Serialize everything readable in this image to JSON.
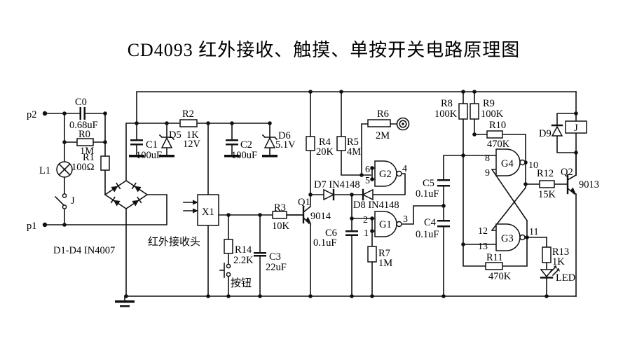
{
  "title": "CD4093 红外接收、触摸、单按开关电路原理图",
  "colors": {
    "line": "#111111",
    "background": "#ffffff"
  },
  "terminals": {
    "p2": "p2",
    "p1": "p1"
  },
  "power_input": {
    "c0": {
      "name": "C0",
      "value": "0.68uF"
    },
    "r0": {
      "name": "R0",
      "value": "1M"
    },
    "l1": {
      "name": "L1"
    },
    "r1": {
      "name": "R1",
      "value": "100Ω"
    },
    "j_switch": {
      "name": "J"
    },
    "bridge": {
      "label": "D1-D4 IN4007"
    }
  },
  "regulator": {
    "c1": {
      "name": "C1",
      "value": "100uF"
    },
    "d5": {
      "name": "D5",
      "value": "12V"
    },
    "r2": {
      "name": "R2",
      "value": "1K"
    },
    "c2": {
      "name": "C2",
      "value": "100uF"
    },
    "d6": {
      "name": "D6",
      "value": "5.1V"
    }
  },
  "ir_section": {
    "x1": {
      "name": "X1",
      "label": "红外接收头"
    },
    "r14": {
      "name": "R14",
      "value": "2.2K"
    },
    "button": {
      "label": "按钮"
    },
    "c3": {
      "name": "C3",
      "value": "22uF"
    }
  },
  "amplifier": {
    "r3": {
      "name": "R3",
      "value": "10K"
    },
    "q1": {
      "name": "Q1",
      "value": "9014"
    },
    "r4": {
      "name": "R4",
      "value": "20K"
    }
  },
  "touch_section": {
    "r5": {
      "name": "R5",
      "value": "4M"
    },
    "r6": {
      "name": "R6",
      "value": "2M"
    }
  },
  "diodes": {
    "d7": {
      "label": "D7 IN4148"
    },
    "d8": {
      "label": "D8 IN4148"
    }
  },
  "gates": {
    "g2": {
      "name": "G2",
      "pin_in1": "6",
      "pin_in2": "5",
      "pin_out": "4"
    },
    "g1": {
      "name": "G1",
      "pin_in1": "2",
      "pin_in2": "1",
      "pin_out": "3"
    },
    "g4": {
      "name": "G4",
      "pin_in1": "8",
      "pin_in2": "9",
      "pin_out": "10"
    },
    "g3": {
      "name": "G3",
      "pin_in1": "12",
      "pin_in2": "13",
      "pin_out": "11"
    }
  },
  "rc_network": {
    "c6": {
      "name": "C6",
      "value": "0.1uF"
    },
    "r7": {
      "name": "R7",
      "value": "1M"
    },
    "c5": {
      "name": "C5",
      "value": "0.1uF"
    },
    "c4": {
      "name": "C4",
      "value": "0.1uF"
    },
    "r8": {
      "name": "R8",
      "value": "100K"
    },
    "r9": {
      "name": "R9",
      "value": "100K"
    },
    "r10": {
      "name": "R10",
      "value": "470K"
    },
    "r11": {
      "name": "R11",
      "value": "470K"
    }
  },
  "output_stage": {
    "d9": {
      "name": "D9"
    },
    "relay": {
      "name": "J"
    },
    "r12": {
      "name": "R12",
      "value": "15K"
    },
    "q2": {
      "name": "Q2",
      "value": "9013"
    },
    "r13": {
      "name": "R13",
      "value": "1K"
    },
    "led": {
      "label": "LED"
    }
  }
}
